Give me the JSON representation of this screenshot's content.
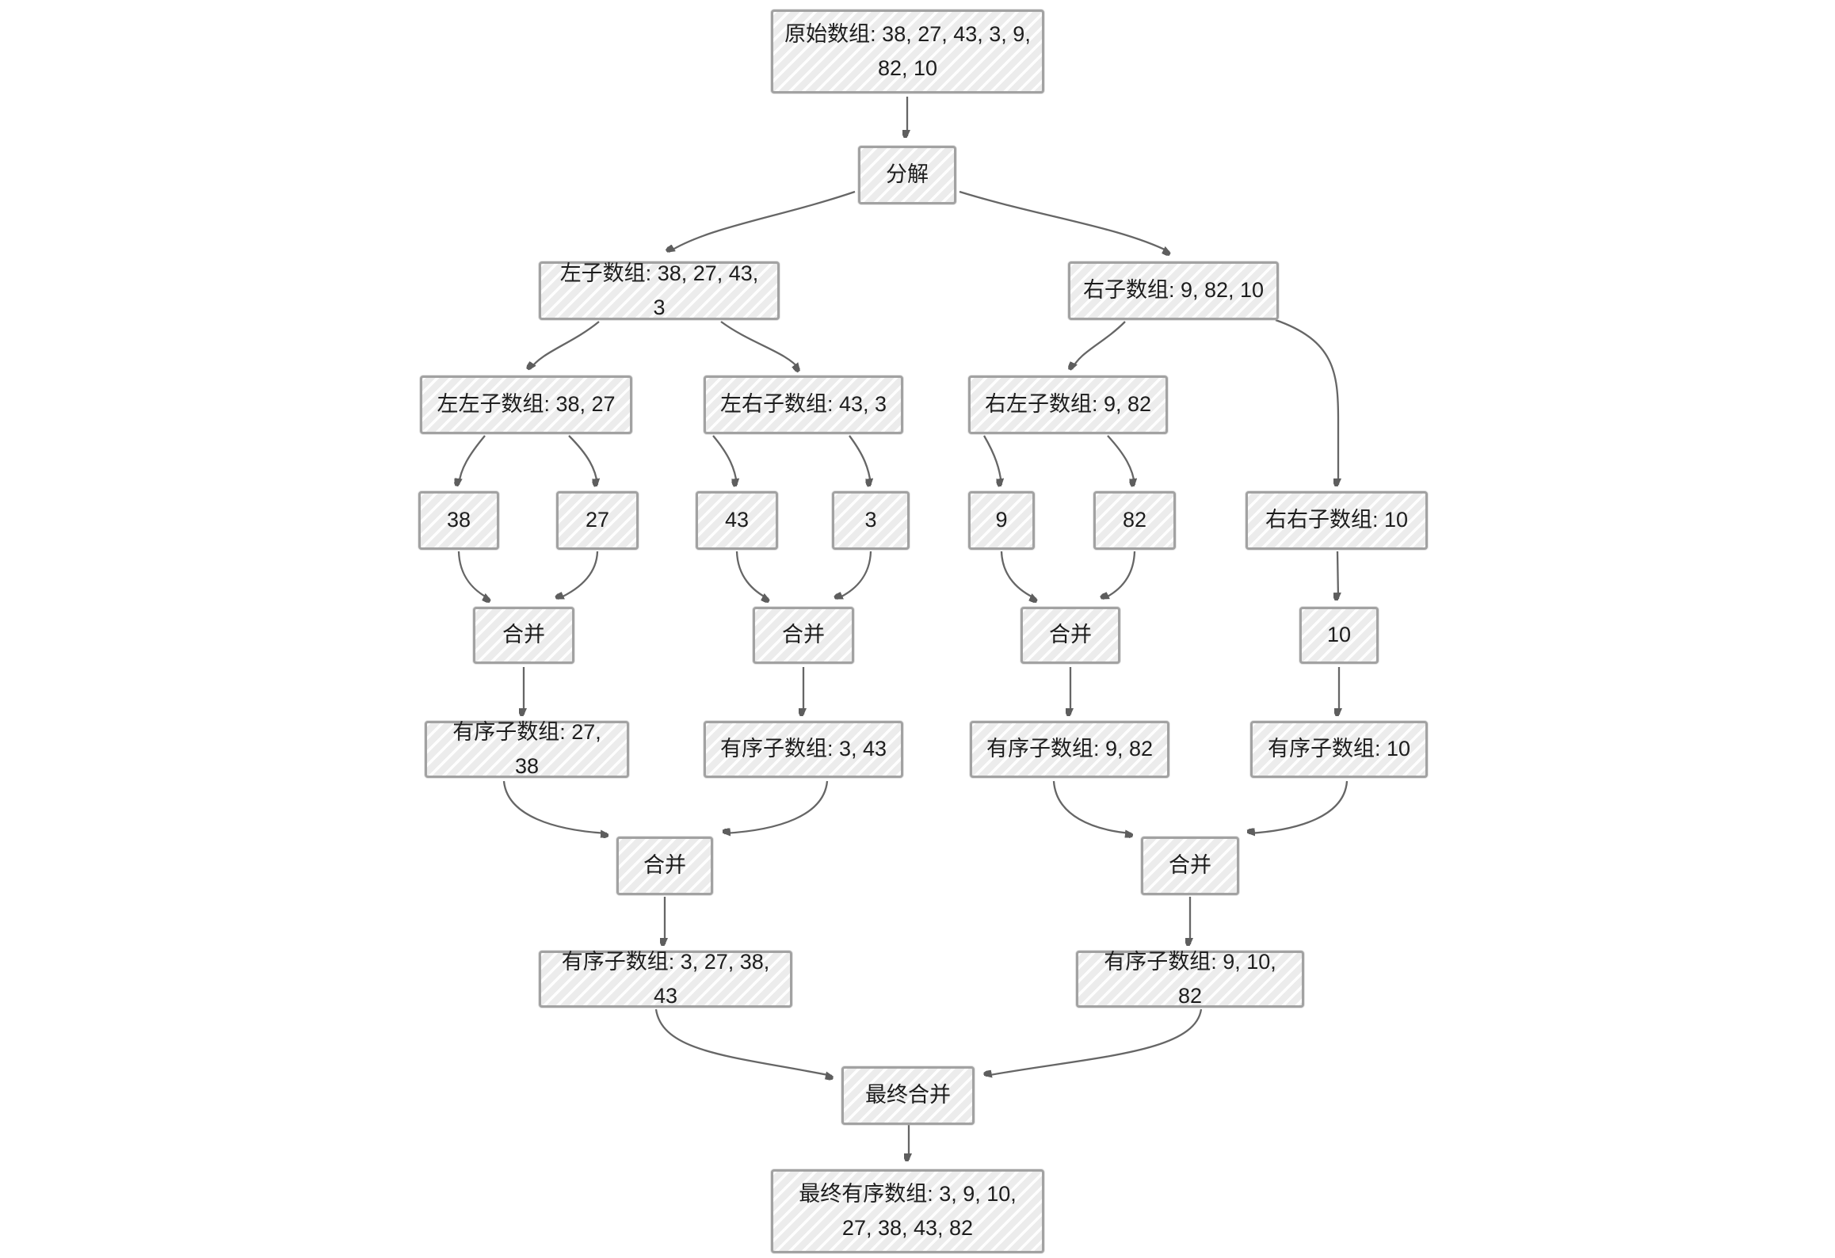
{
  "colors": {
    "background": "#ffffff",
    "box_fill": "#ececec",
    "box_hatch": "#ffffff",
    "box_border": "#a2a2a2",
    "arrow": "#636363",
    "text": "#1d1d1d"
  },
  "nodes": {
    "original": {
      "label": "原始数组: 38, 27, 43, 3, 9, 82, 10"
    },
    "decompose": {
      "label": "分解"
    },
    "left_sub": {
      "label": "左子数组: 38, 27, 43, 3"
    },
    "right_sub": {
      "label": "右子数组: 9, 82, 10"
    },
    "left_left_sub": {
      "label": "左左子数组: 38, 27"
    },
    "left_right_sub": {
      "label": "左右子数组: 43, 3"
    },
    "right_left_sub": {
      "label": "右左子数组: 9, 82"
    },
    "right_right_sub": {
      "label": "右右子数组: 10"
    },
    "leaf_38": {
      "label": "38"
    },
    "leaf_27": {
      "label": "27"
    },
    "leaf_43": {
      "label": "43"
    },
    "leaf_3": {
      "label": "3"
    },
    "leaf_9": {
      "label": "9"
    },
    "leaf_82": {
      "label": "82"
    },
    "leaf_10": {
      "label": "10"
    },
    "merge_left_left": {
      "label": "合并"
    },
    "merge_left_right": {
      "label": "合并"
    },
    "merge_right_left": {
      "label": "合并"
    },
    "sorted_27_38": {
      "label": "有序子数组: 27, 38"
    },
    "sorted_3_43": {
      "label": "有序子数组: 3, 43"
    },
    "sorted_9_82": {
      "label": "有序子数组: 9, 82"
    },
    "sorted_10": {
      "label": "有序子数组: 10"
    },
    "merge_left": {
      "label": "合并"
    },
    "merge_right": {
      "label": "合并"
    },
    "sorted_left": {
      "label": "有序子数组: 3, 27, 38, 43"
    },
    "sorted_right": {
      "label": "有序子数组: 9, 10, 82"
    },
    "final_merge": {
      "label": "最终合并"
    },
    "final_sorted": {
      "label": "最终有序数组: 3, 9, 10, 27, 38, 43, 82"
    }
  }
}
